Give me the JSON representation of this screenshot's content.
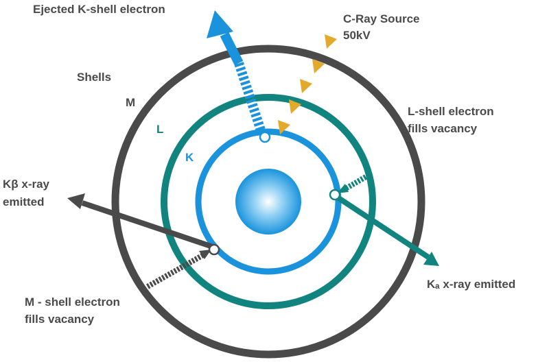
{
  "labels": {
    "ejected": "Ejected K-shell electron",
    "source_line1": "C-Ray Source",
    "source_line2": "50kV",
    "shells": "Shells",
    "shell_m": "M",
    "shell_l": "L",
    "shell_k": "K",
    "l_fill_line1": "L-shell electron",
    "l_fill_line2": "fills vacancy",
    "kb_line1": "Kβ x-ray",
    "kb_line2": "emitted",
    "ka": "Kₐ x-ray emitted",
    "m_fill_line1": "M - shell electron",
    "m_fill_line2": "fills vacancy"
  },
  "colors": {
    "m_shell": "#4a4a4b",
    "l_shell": "#12847f",
    "k_shell": "#1a93dc",
    "nucleus": "#1a93dc",
    "source_arrows": "#e3a92b",
    "label_dark": "#4a4a4b",
    "label_blue": "#1a93dc",
    "label_teal": "#12847f"
  },
  "icons": {
    "source_marker": "triangle-arrow-icon"
  }
}
